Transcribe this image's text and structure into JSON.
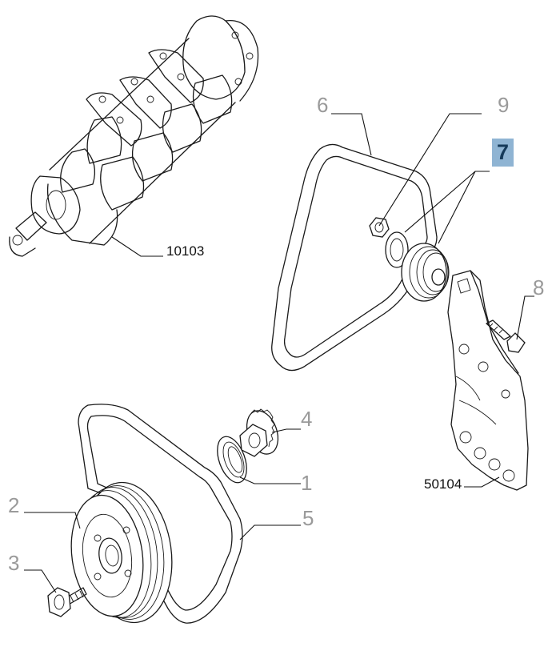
{
  "diagram": {
    "highlight_color": "#8fb4d3",
    "label_color": "#9a9a9a",
    "callouts": [
      {
        "id": "crankshaft",
        "label": "10103",
        "style": "code"
      },
      {
        "id": "belt-upper",
        "label": "6",
        "style": "grey"
      },
      {
        "id": "nut",
        "label": "9",
        "style": "grey"
      },
      {
        "id": "tensioner-pulley",
        "label": "7",
        "style": "highlight"
      },
      {
        "id": "bolt-right",
        "label": "8",
        "style": "grey"
      },
      {
        "id": "bracket",
        "label": "50104",
        "style": "code"
      },
      {
        "id": "sprocket",
        "label": "4",
        "style": "grey"
      },
      {
        "id": "seal",
        "label": "1",
        "style": "grey"
      },
      {
        "id": "crank-pulley",
        "label": "2",
        "style": "grey"
      },
      {
        "id": "belt-lower",
        "label": "5",
        "style": "grey"
      },
      {
        "id": "bolt-left",
        "label": "3",
        "style": "grey"
      }
    ]
  }
}
